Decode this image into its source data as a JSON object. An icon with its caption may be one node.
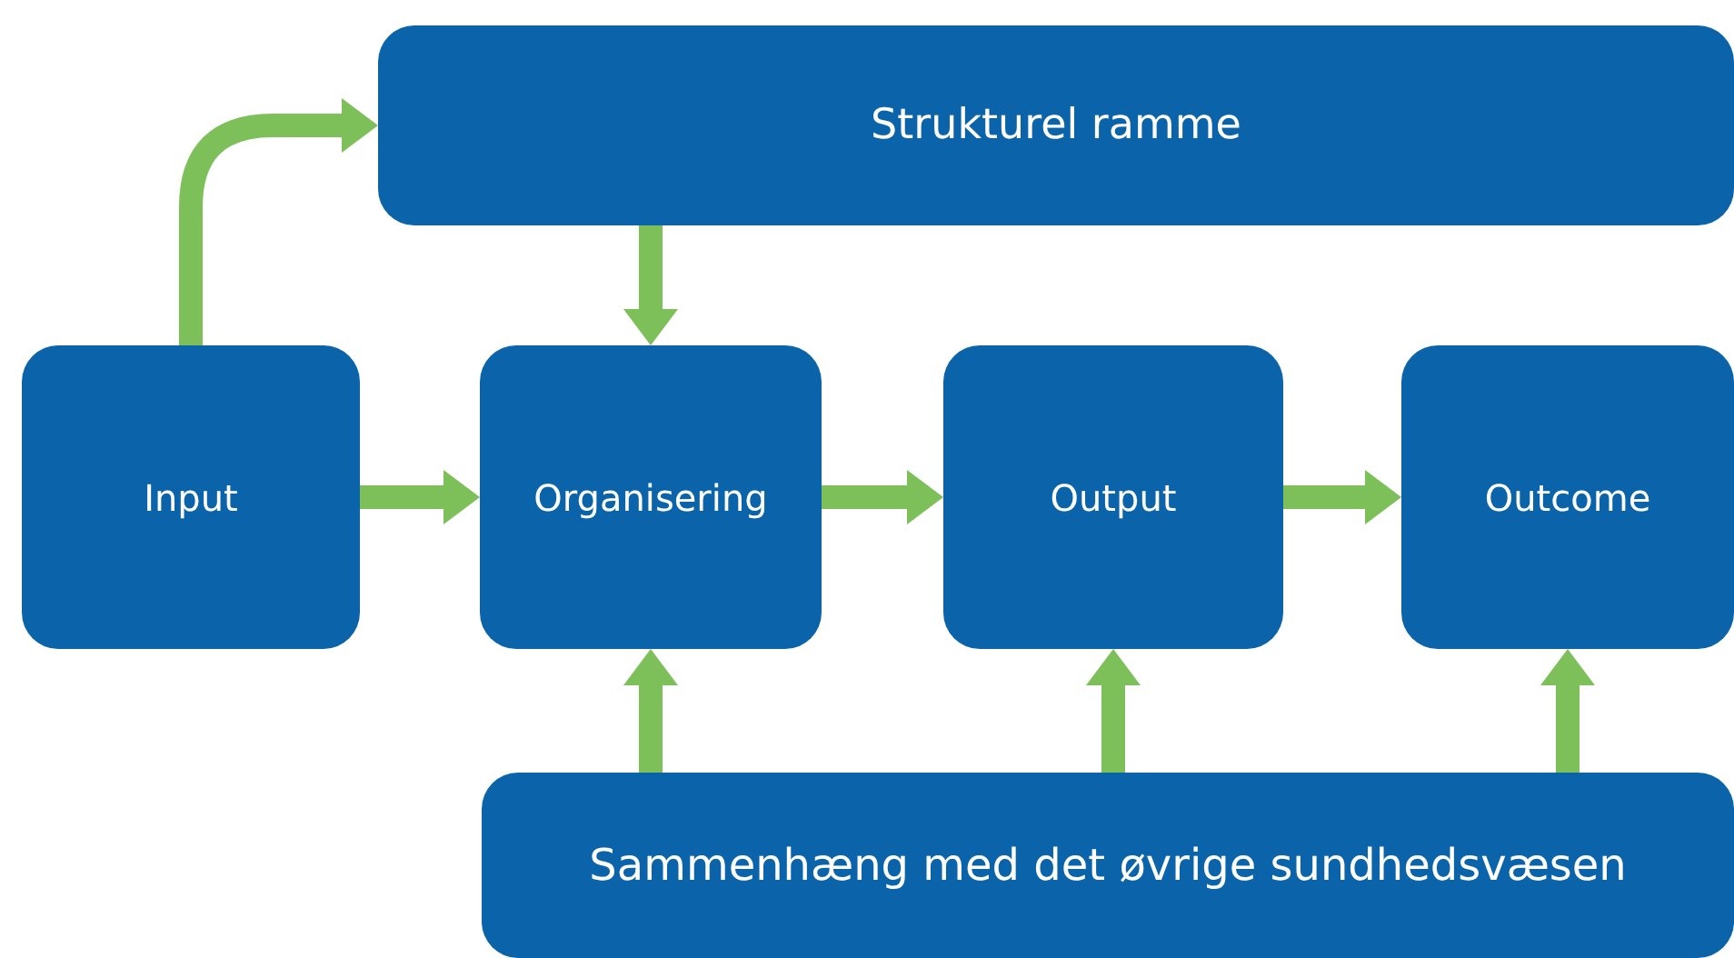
{
  "diagram": {
    "nodes": [
      {
        "text": [
          "Strukturel ramme"
        ]
      },
      {
        "text": [
          "Input"
        ]
      },
      {
        "text": [
          "Organisering"
        ]
      },
      {
        "text": [
          "Output"
        ]
      },
      {
        "text": [
          "Outcome"
        ]
      },
      {
        "text": [
          "Sammenhæng med det øvrige sundhedsvæsen"
        ]
      }
    ],
    "edges": [
      {
        "from": 1,
        "to": 0,
        "arrow": "to"
      },
      {
        "from": 0,
        "to": 2,
        "arrow": "to"
      },
      {
        "from": 1,
        "to": 2,
        "arrow": "to"
      },
      {
        "from": 2,
        "to": 3,
        "arrow": "to"
      },
      {
        "from": 3,
        "to": 4,
        "arrow": "to"
      },
      {
        "from": 5,
        "to": 2,
        "arrow": "to"
      },
      {
        "from": 5,
        "to": 3,
        "arrow": "to"
      },
      {
        "from": 5,
        "to": 4,
        "arrow": "to"
      }
    ]
  }
}
